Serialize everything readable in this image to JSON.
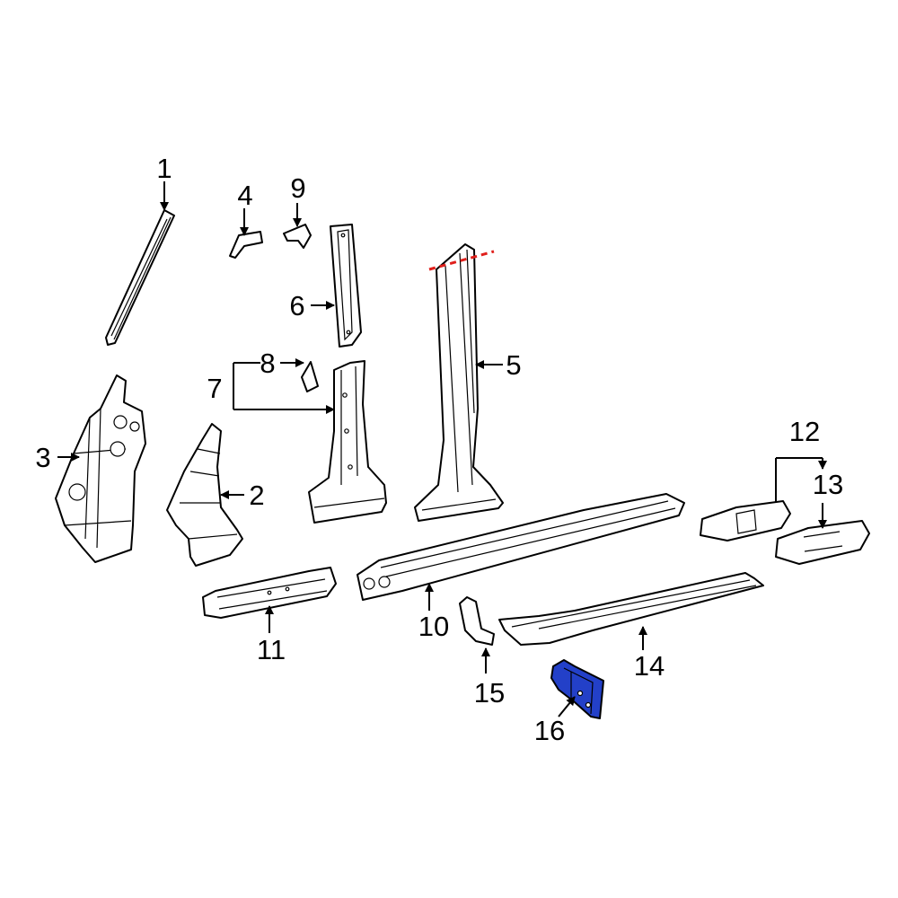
{
  "colors": {
    "line": "#000000",
    "background": "#ffffff",
    "highlight_fill": "#2340c8",
    "cut_line": "#e0201c"
  },
  "callouts": [
    {
      "id": "1",
      "label": "1"
    },
    {
      "id": "2",
      "label": "2"
    },
    {
      "id": "3",
      "label": "3"
    },
    {
      "id": "4",
      "label": "4"
    },
    {
      "id": "5",
      "label": "5"
    },
    {
      "id": "6",
      "label": "6"
    },
    {
      "id": "7",
      "label": "7"
    },
    {
      "id": "8",
      "label": "8"
    },
    {
      "id": "9",
      "label": "9"
    },
    {
      "id": "10",
      "label": "10"
    },
    {
      "id": "11",
      "label": "11"
    },
    {
      "id": "12",
      "label": "12"
    },
    {
      "id": "13",
      "label": "13"
    },
    {
      "id": "14",
      "label": "14"
    },
    {
      "id": "15",
      "label": "15"
    },
    {
      "id": "16",
      "label": "16"
    }
  ],
  "highlighted_part": "16"
}
